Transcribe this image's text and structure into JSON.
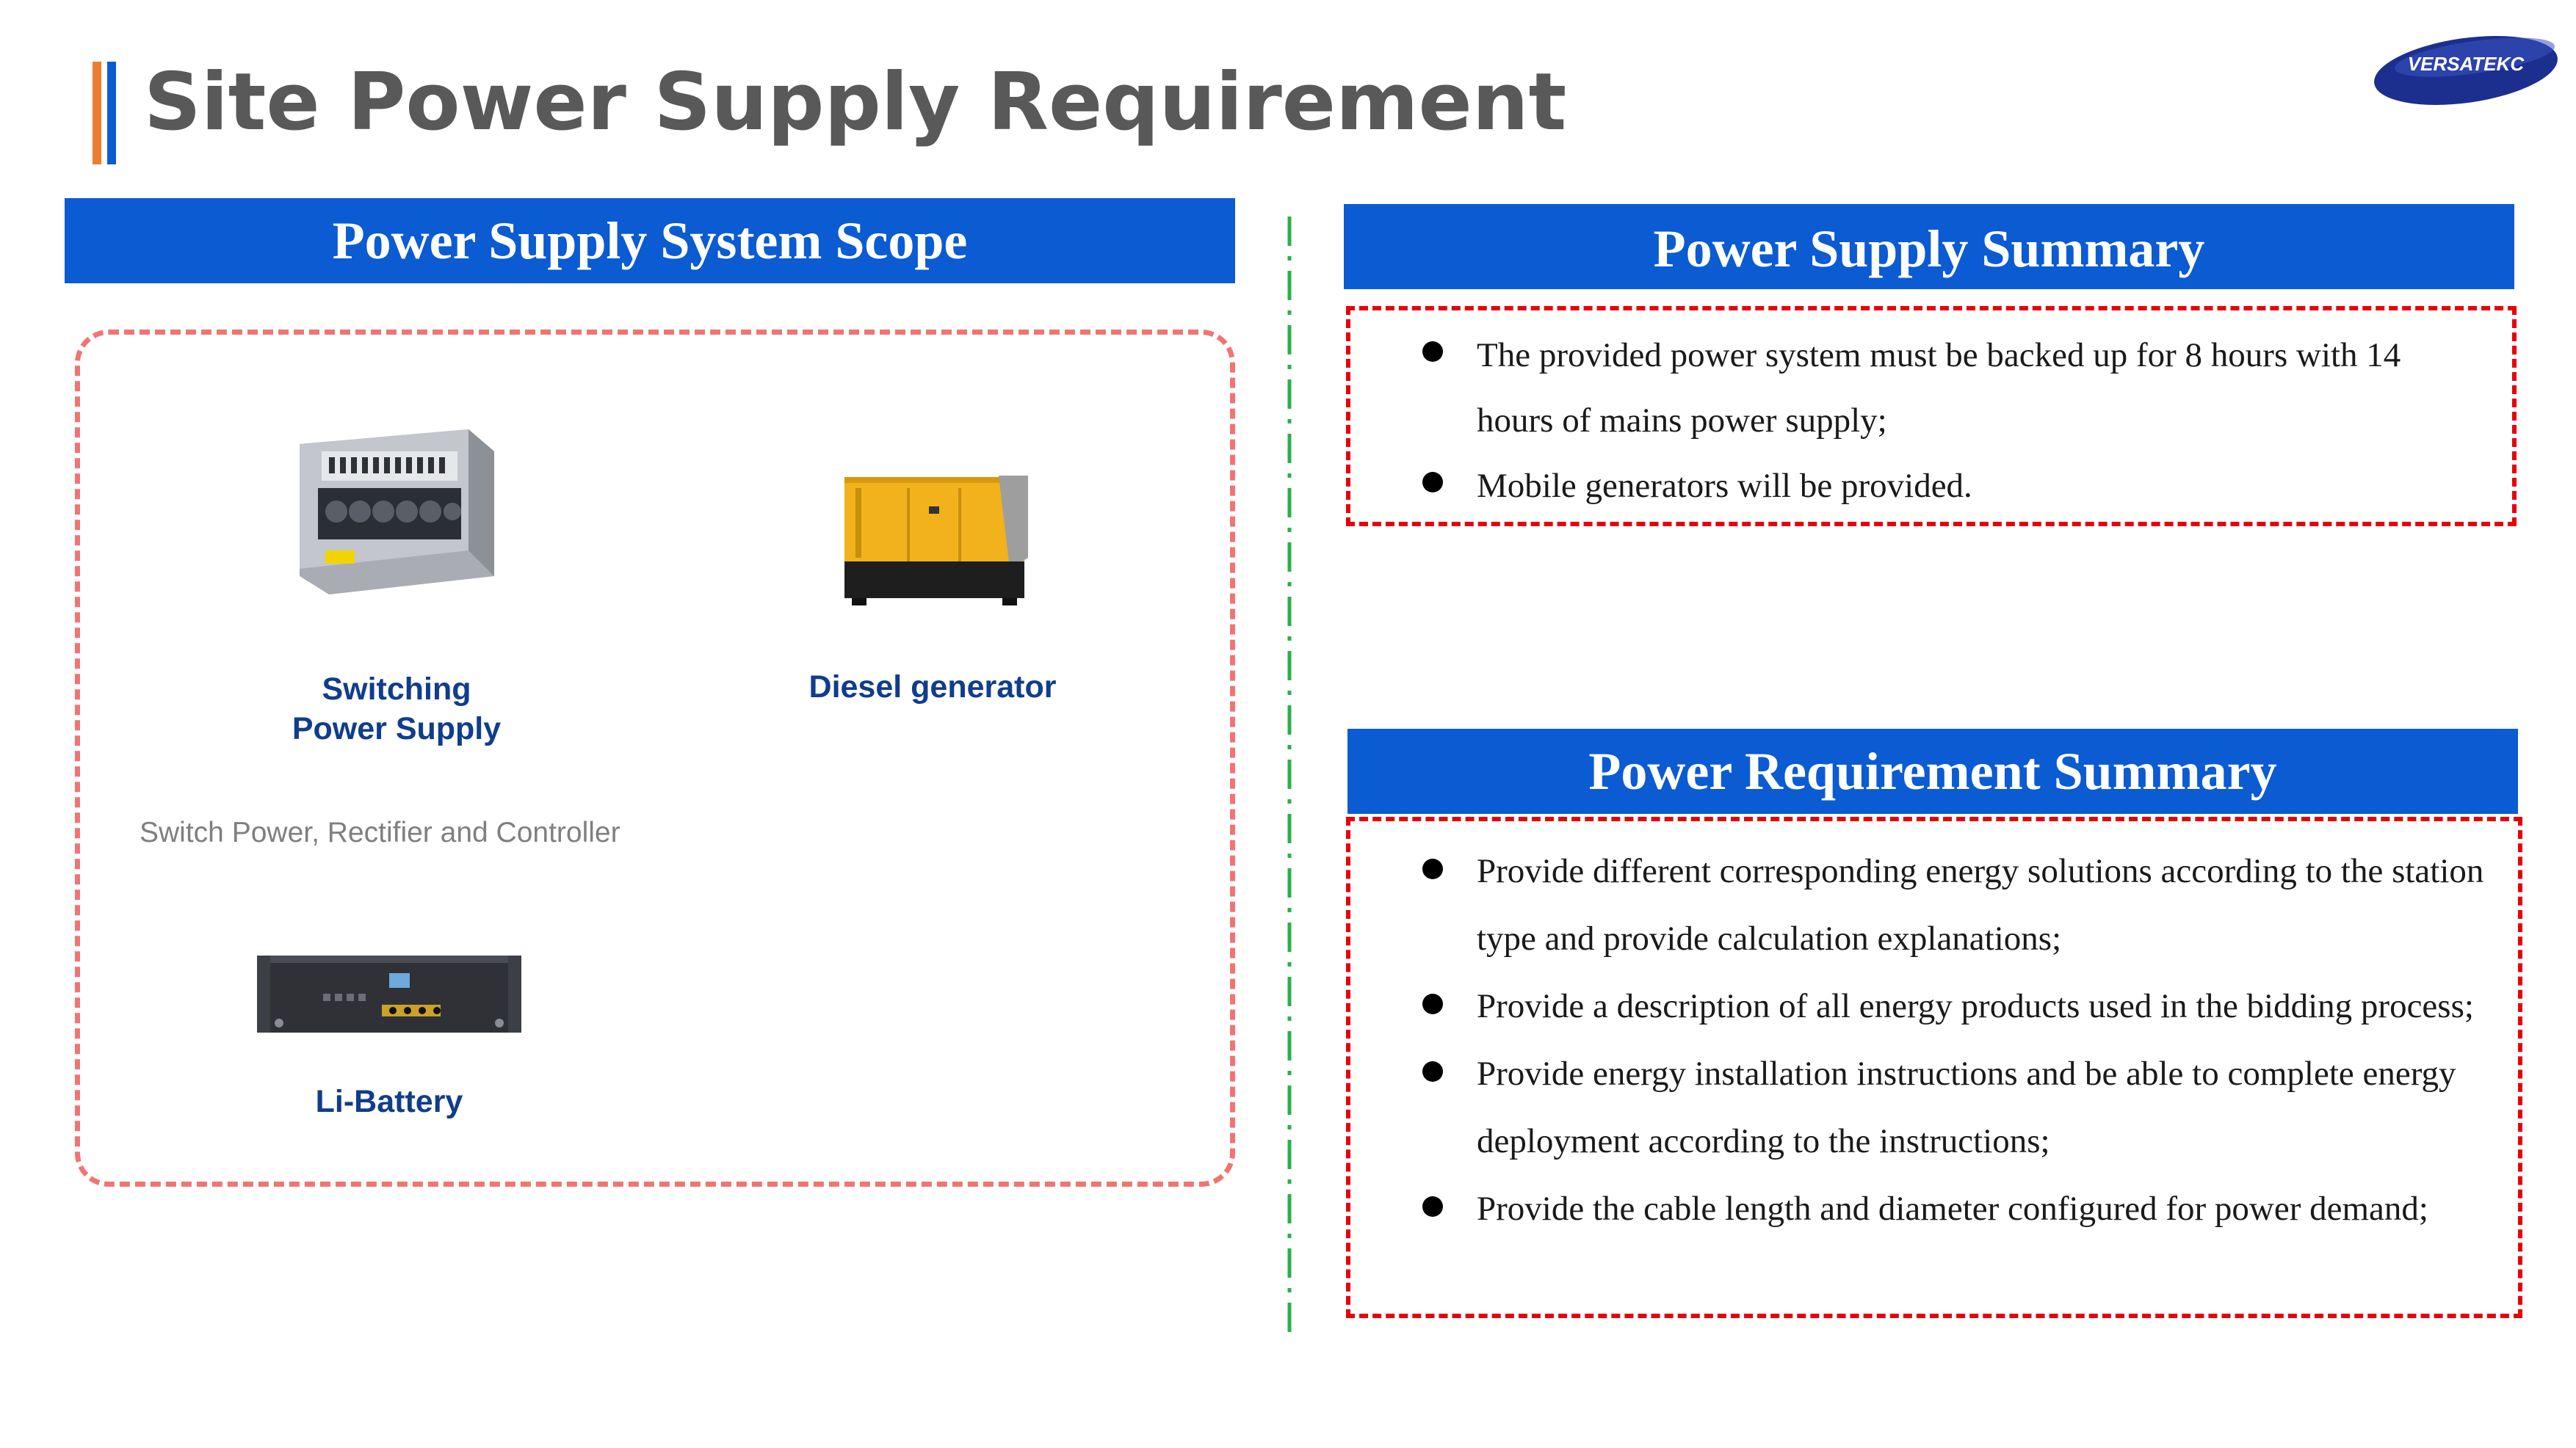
{
  "title": "Site Power Supply Requirement",
  "logo_text": "VERSATEKC",
  "scope": {
    "header": "Power Supply System Scope",
    "items": {
      "switching_line1": "Switching",
      "switching_line2": "Power Supply",
      "diesel": "Diesel generator",
      "switch_desc": "Switch Power, Rectifier and Controller",
      "battery": "Li-Battery"
    }
  },
  "summary": {
    "header": "Power Supply Summary",
    "bullets": [
      "The provided power system must be backed up for 8 hours with 14 hours of mains power supply;",
      "Mobile generators will be provided."
    ]
  },
  "requirement": {
    "header": "Power Requirement Summary",
    "bullets": [
      "Provide different corresponding energy solutions according to the station type and provide calculation explanations;",
      "Provide a description of all energy products used in the bidding process;",
      "Provide energy installation instructions and be able to complete energy deployment according to the instructions;",
      "Provide the cable length and diameter configured for power demand;"
    ]
  },
  "colors": {
    "header_blue": "#0B5BD3",
    "accent_orange": "#ED7D31",
    "caption_navy": "#103D8C",
    "scope_border": "#F07572",
    "summary_border": "#E8000B",
    "divider_green": "#2BB14A"
  }
}
